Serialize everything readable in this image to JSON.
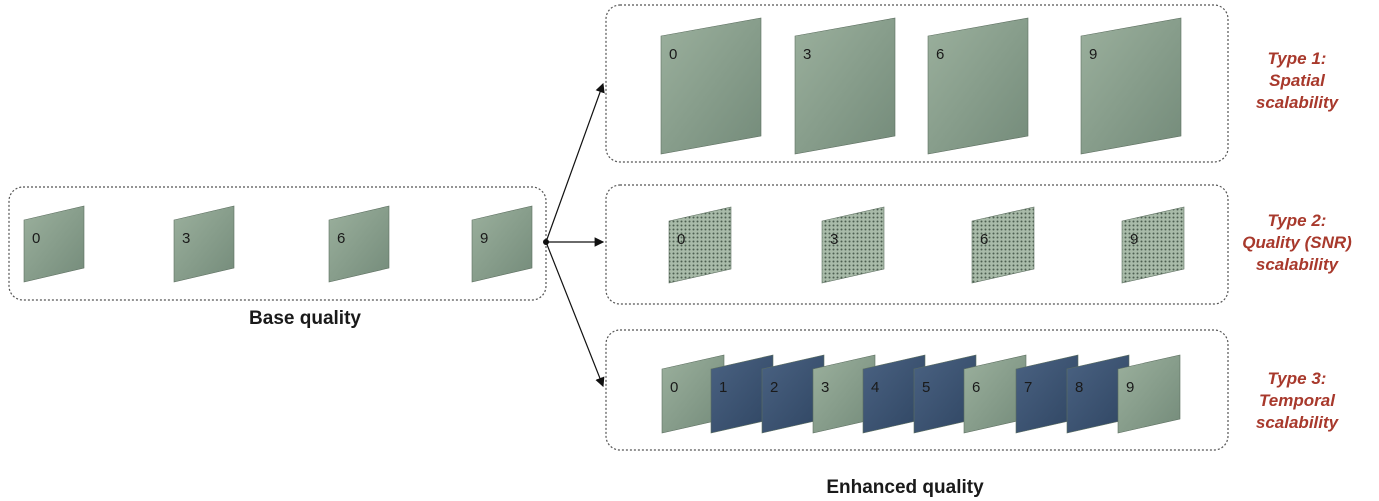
{
  "base": {
    "label": "Base quality",
    "frames": [
      "0",
      "3",
      "6",
      "9"
    ]
  },
  "enhanced": {
    "label": "Enhanced quality",
    "types": [
      {
        "id": "spatial",
        "lines": [
          "Type 1:",
          "Spatial",
          "scalability"
        ],
        "frames": [
          "0",
          "3",
          "6",
          "9"
        ]
      },
      {
        "id": "quality",
        "lines": [
          "Type 2:",
          "Quality (SNR)",
          "scalability"
        ],
        "frames": [
          "0",
          "3",
          "6",
          "9"
        ]
      },
      {
        "id": "temporal",
        "lines": [
          "Type 3:",
          "Temporal",
          "scalability"
        ],
        "frames": [
          "0",
          "1",
          "2",
          "3",
          "4",
          "5",
          "6",
          "7",
          "8",
          "9"
        ],
        "key_frames": [
          "0",
          "3",
          "6",
          "9"
        ]
      }
    ]
  },
  "colors": {
    "frame_light": "#8fa592",
    "frame_light_dark": "#6f8775",
    "frame_dark": "#3f5775",
    "frame_dark_deep": "#2e4460",
    "type_label": "#a8392c",
    "box_border": "#555555"
  }
}
